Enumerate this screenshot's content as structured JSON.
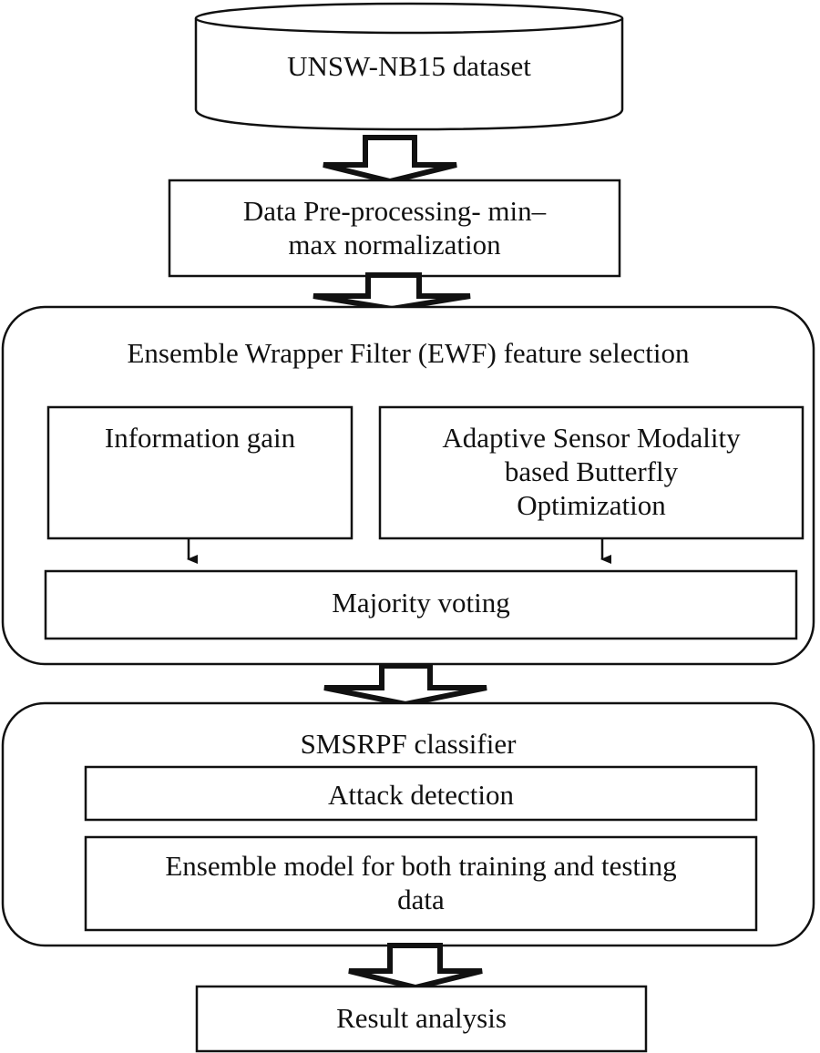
{
  "diagram": {
    "dataset": "UNSW-NB15 dataset",
    "preprocessing": "Data Pre-processing- min–\nmax normalization",
    "ewf_group": {
      "title": "Ensemble Wrapper Filter (EWF) feature selection",
      "information_gain": "Information gain",
      "asmbo": "Adaptive Sensor Modality\nbased Butterfly\nOptimization",
      "majority_voting": "Majority voting"
    },
    "classifier_group": {
      "title": "SMSRPF classifier",
      "attack_detection": "Attack detection",
      "ensemble_model": "Ensemble model for both training and testing\ndata"
    },
    "result": "Result analysis"
  }
}
